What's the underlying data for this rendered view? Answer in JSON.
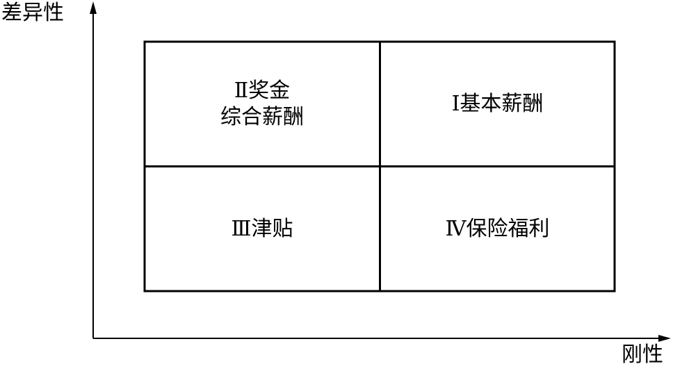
{
  "axes": {
    "y_label": "差异性",
    "x_label": "刚性"
  },
  "quadrants": {
    "top_left": {
      "line1": "Ⅱ奖金",
      "line2": "综合薪酬"
    },
    "top_right": {
      "line1": "Ⅰ基本薪酬"
    },
    "bottom_left": {
      "line1": "Ⅲ津贴"
    },
    "bottom_right": {
      "line1": "Ⅳ保险福利"
    }
  },
  "colors": {
    "line": "#000000",
    "background": "#ffffff"
  }
}
